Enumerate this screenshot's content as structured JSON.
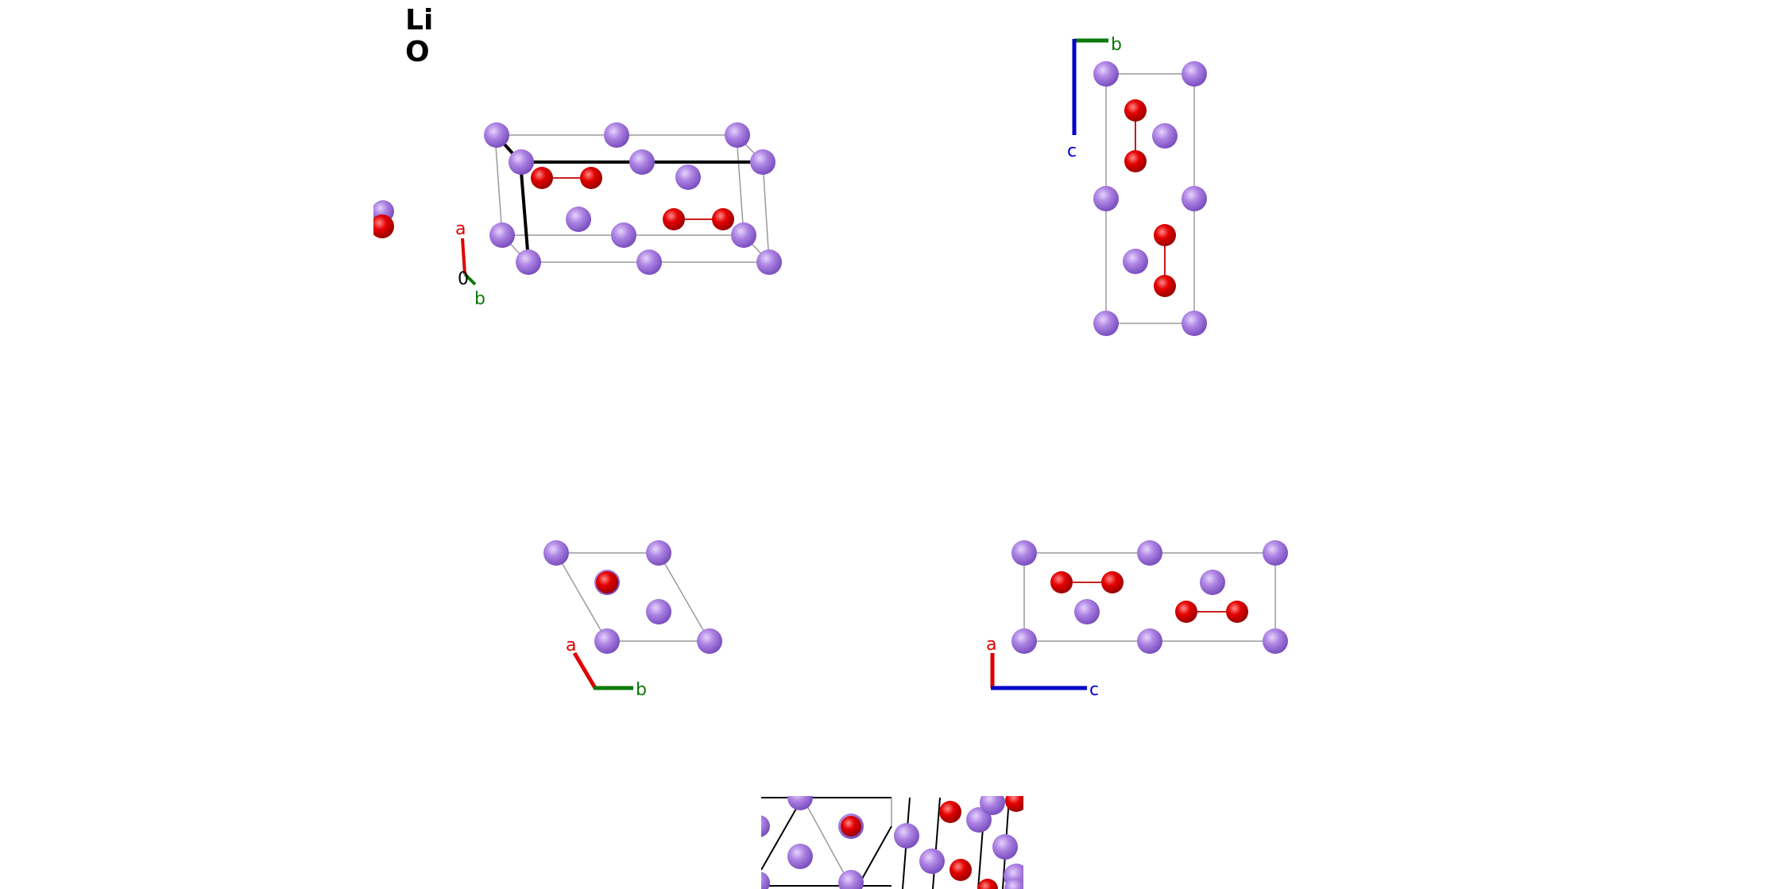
{
  "legend": {
    "elements": [
      "Li",
      "O"
    ]
  },
  "colors": {
    "li": "#a77ae0",
    "o": "#e00000",
    "axis_a": "#e00000",
    "axis_b": "#0a7a0a",
    "axis_c": "#0000cc",
    "cell": "#9a9a9a"
  },
  "views": [
    {
      "id": "perspective-view",
      "axes": [
        {
          "label": "a",
          "color": "axis_a"
        },
        {
          "label": "b",
          "color": "axis_b"
        },
        {
          "label": "0",
          "color": "black"
        }
      ]
    },
    {
      "id": "view-along-a",
      "axes": [
        {
          "label": "b",
          "color": "axis_b"
        },
        {
          "label": "c",
          "color": "axis_c"
        }
      ]
    },
    {
      "id": "view-along-c",
      "axes": [
        {
          "label": "a",
          "color": "axis_a"
        },
        {
          "label": "b",
          "color": "axis_b"
        }
      ]
    },
    {
      "id": "view-along-b",
      "axes": [
        {
          "label": "a",
          "color": "axis_a"
        },
        {
          "label": "c",
          "color": "axis_c"
        }
      ]
    },
    {
      "id": "supercell-view",
      "axes": []
    }
  ]
}
